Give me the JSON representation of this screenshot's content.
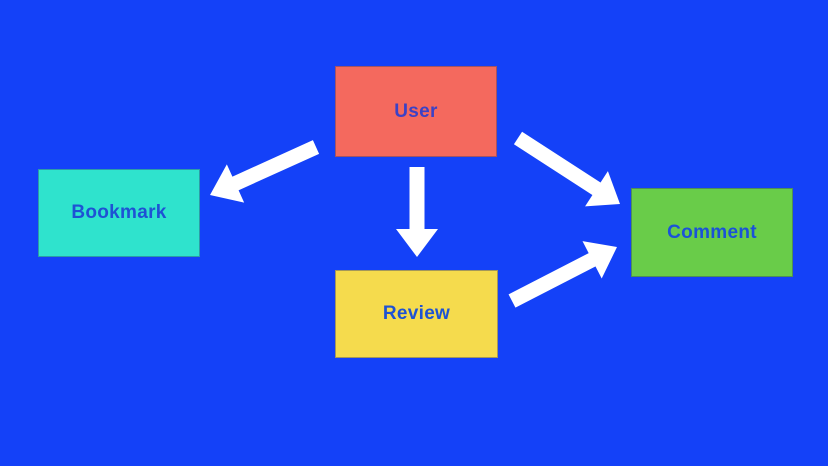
{
  "canvas": {
    "background": "#1441F8"
  },
  "nodes": [
    {
      "id": "user",
      "label": "User",
      "color": "#F4695E",
      "text_color": "#3B41C6"
    },
    {
      "id": "bookmark",
      "label": "Bookmark",
      "color": "#2FE3CD",
      "text_color": "#1E52D4"
    },
    {
      "id": "review",
      "label": "Review",
      "color": "#F5DB4D",
      "text_color": "#1E52D4"
    },
    {
      "id": "comment",
      "label": "Comment",
      "color": "#69CC49",
      "text_color": "#1A52D8"
    }
  ],
  "edges": [
    {
      "from": "User",
      "to": "Bookmark"
    },
    {
      "from": "User",
      "to": "Review"
    },
    {
      "from": "User",
      "to": "Comment"
    },
    {
      "from": "Review",
      "to": "Comment"
    }
  ],
  "arrow_color": "#FFFFFF"
}
